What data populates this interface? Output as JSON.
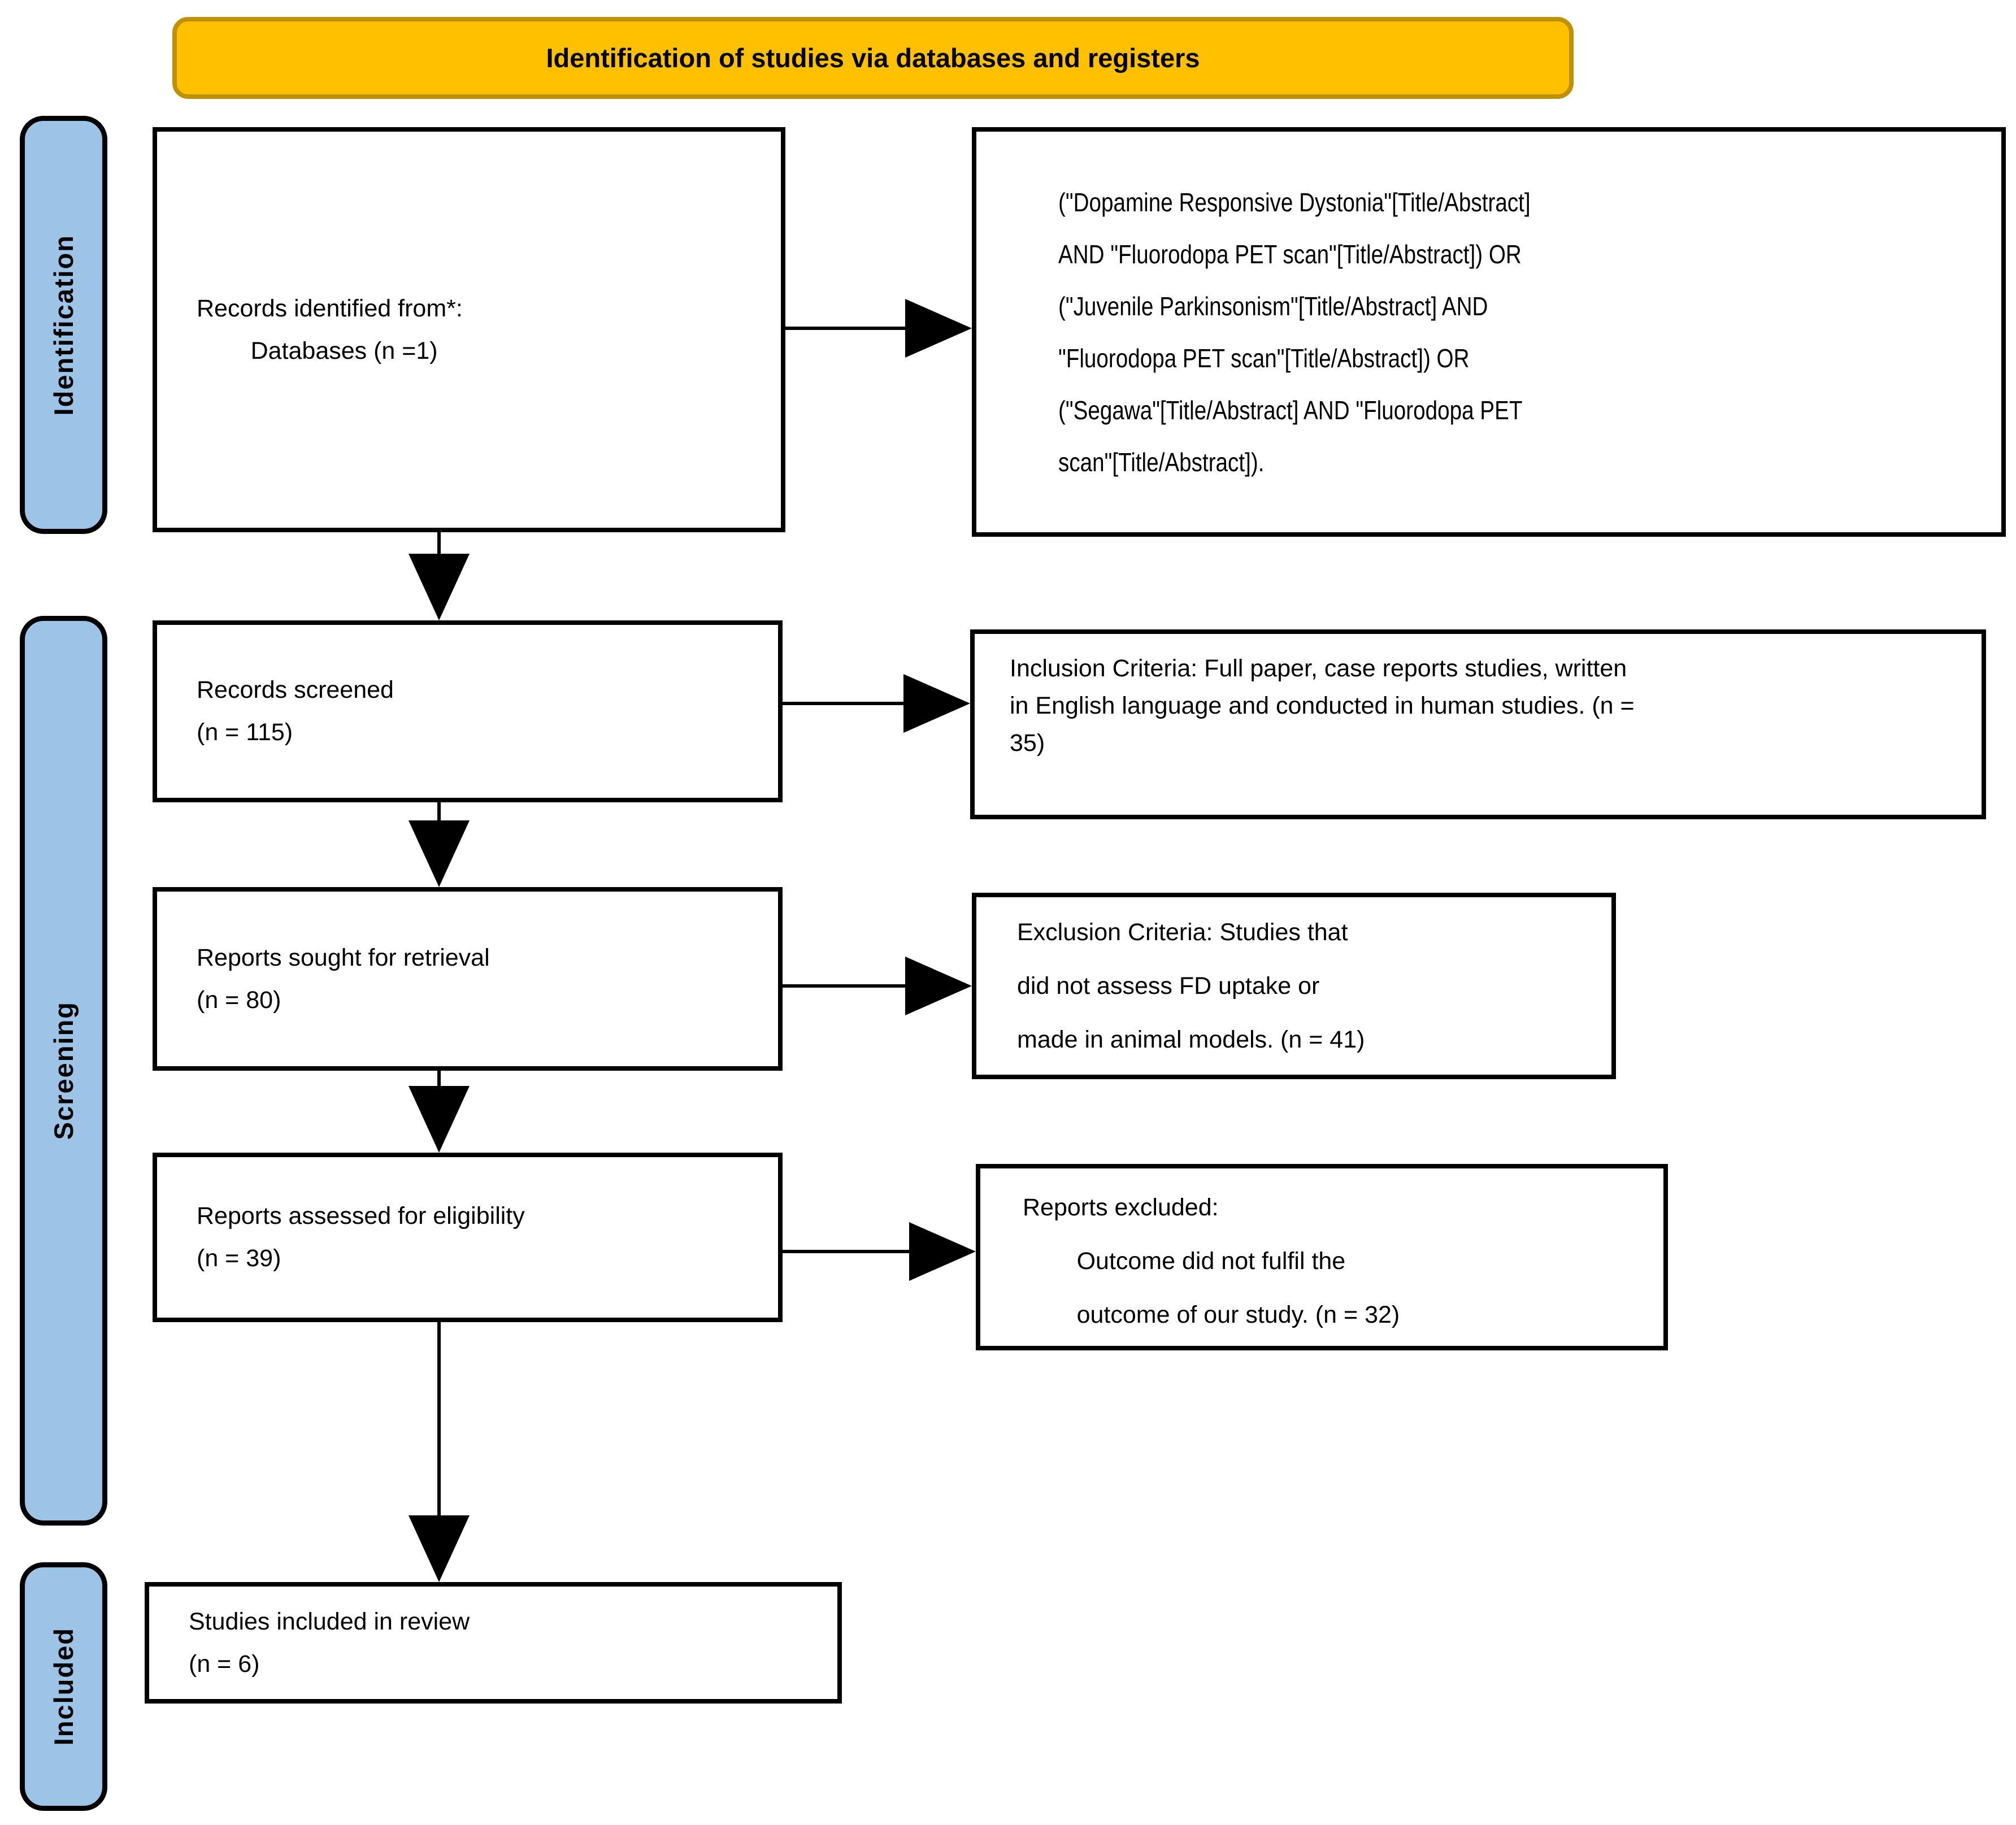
{
  "header": {
    "title": "Identification of studies via databases and registers"
  },
  "sidebars": [
    {
      "id": "identification",
      "label": "Identification"
    },
    {
      "id": "screening",
      "label": "Screening"
    },
    {
      "id": "included",
      "label": "Included"
    }
  ],
  "boxes": {
    "records_identified": {
      "text": "Records identified from*:\n        Databases (n =1)"
    },
    "search_query": {
      "text": "(\"Dopamine Responsive Dystonia\"[Title/Abstract]\nAND \"Fluorodopa PET scan\"[Title/Abstract]) OR\n(\"Juvenile Parkinsonism\"[Title/Abstract] AND\n\"Fluorodopa PET scan\"[Title/Abstract]) OR\n(\"Segawa\"[Title/Abstract] AND \"Fluorodopa PET\nscan\"[Title/Abstract])."
    },
    "records_screened": {
      "text": "Records screened\n(n = 115)"
    },
    "inclusion_criteria": {
      "text": "Inclusion Criteria: Full paper, case reports studies, written\nin English language and conducted in human studies. (n =\n35)"
    },
    "reports_sought": {
      "text": "Reports sought for retrieval\n(n = 80)"
    },
    "exclusion_criteria": {
      "text": "Exclusion Criteria: Studies that\ndid not assess FD uptake or\nmade in animal models. (n = 41)"
    },
    "reports_assessed": {
      "text": "Reports assessed for eligibility\n(n = 39)"
    },
    "reports_excluded": {
      "text": "Reports excluded:\n        Outcome did not fulfil the\n        outcome of our study. (n = 32)"
    },
    "studies_included": {
      "text": "Studies included in review\n(n = 6)"
    }
  },
  "colors": {
    "background": "#FFFFFF",
    "header_fill": "#FFC000",
    "header_border": "#BF9000",
    "sidebar_fill": "#9DC3E6",
    "sidebar_border": "#000000",
    "box_background": "#FFFFFF",
    "box_border": "#000000",
    "arrow": "#000000",
    "text": "#000000"
  }
}
